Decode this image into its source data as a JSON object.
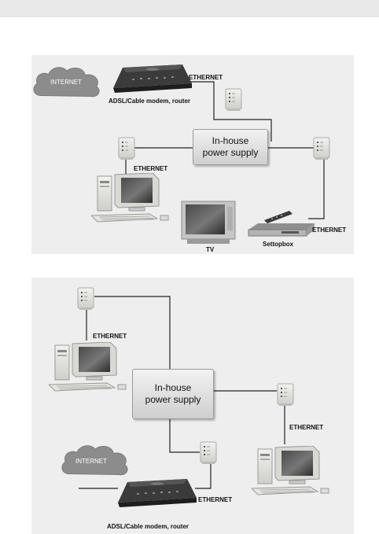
{
  "colors": {
    "background": "#ffffff",
    "header_bar": "#e9e9e9",
    "panel": "#eeeeee",
    "cable": "#222222",
    "cloud": "#8c8c8c"
  },
  "panels": [
    {
      "labels": {
        "internet": "INTERNET",
        "ethernet_modem": "ETHERNET",
        "modem": "ADSL/Cable modem, router",
        "ethernet_pc": "ETHERNET",
        "ethernet_stb": "ETHERNET",
        "tv": "TV",
        "settopbox": "Settopbox"
      },
      "power_supply": {
        "line1": "In-house",
        "line2": "power supply"
      }
    },
    {
      "labels": {
        "ethernet_pc_top": "ETHERNET",
        "ethernet_pc_right": "ETHERNET",
        "internet": "INTERNET",
        "ethernet_modem": "ETHERNET",
        "modem": "ADSL/Cable modem, router"
      },
      "power_supply": {
        "line1": "In-house",
        "line2": "power supply"
      }
    }
  ]
}
